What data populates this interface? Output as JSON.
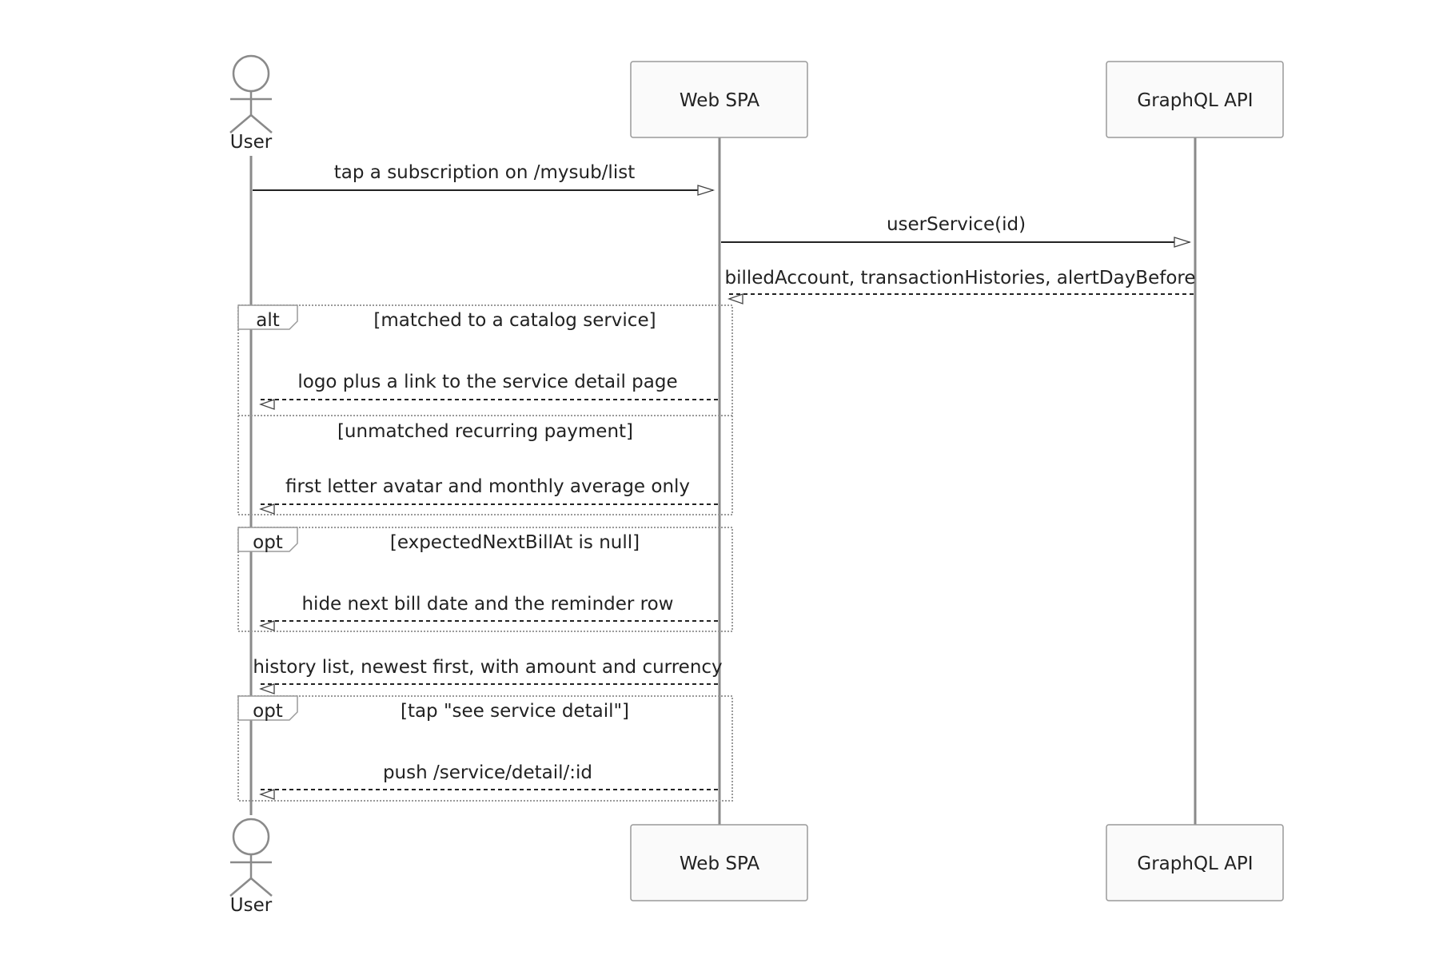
{
  "participants": [
    {
      "id": "user",
      "label": "User",
      "kind": "actor"
    },
    {
      "id": "spa",
      "label": "Web SPA",
      "kind": "box"
    },
    {
      "id": "api",
      "label": "GraphQL API",
      "kind": "box"
    }
  ],
  "messages": [
    {
      "from": "user",
      "to": "spa",
      "label": "tap a subscription on /mysub/list",
      "style": "solid"
    },
    {
      "from": "spa",
      "to": "api",
      "label": "userService(id)",
      "style": "solid"
    },
    {
      "from": "api",
      "to": "spa",
      "label": "billedAccount, transactionHistories, alertDayBefore",
      "style": "dashed"
    },
    {
      "from": "spa",
      "to": "user",
      "label": "logo plus a link to the service detail page",
      "style": "dashed"
    },
    {
      "from": "spa",
      "to": "user",
      "label": "first letter avatar and monthly average only",
      "style": "dashed"
    },
    {
      "from": "spa",
      "to": "user",
      "label": "hide next bill date and the reminder row",
      "style": "dashed"
    },
    {
      "from": "spa",
      "to": "user",
      "label": "history list, newest first, with amount and currency",
      "style": "dashed"
    },
    {
      "from": "spa",
      "to": "user",
      "label": "push /service/detail/:id",
      "style": "dashed"
    }
  ],
  "fragments": [
    {
      "kind": "alt",
      "conditions": [
        "[matched to a catalog service]",
        "[unmatched recurring payment]"
      ]
    },
    {
      "kind": "opt",
      "conditions": [
        "[expectedNextBillAt is null]"
      ]
    },
    {
      "kind": "opt",
      "conditions": [
        "[tap \"see service detail\"]"
      ]
    }
  ]
}
